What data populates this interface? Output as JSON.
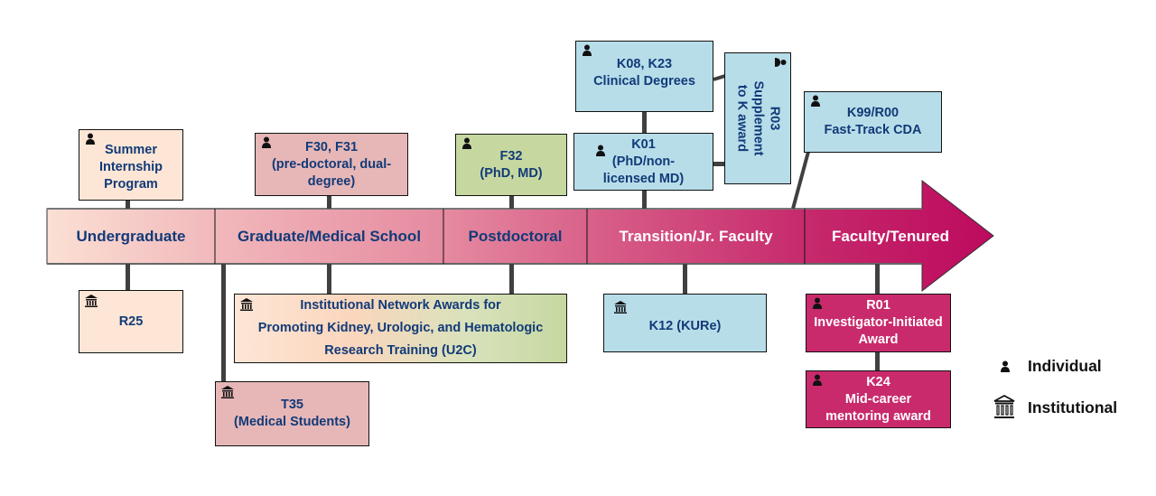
{
  "stages": [
    {
      "label": "Undergraduate",
      "text_color": "#123a78"
    },
    {
      "label": "Graduate/Medical School",
      "text_color": "#123a78"
    },
    {
      "label": "Postdoctoral",
      "text_color": "#123a78"
    },
    {
      "label": "Transition/Jr. Faculty",
      "text_color": "#ffffff"
    },
    {
      "label": "Faculty/Tenured",
      "text_color": "#ffffff"
    }
  ],
  "colors": {
    "arrow_start": "#fbe0d4",
    "arrow_end": "#bd0a5e",
    "peach": "#fde6d6",
    "rose": "#e7b7b7",
    "green": "#c6d8a0",
    "blue": "#b7dde9",
    "magenta": "#c92a6c",
    "text_navy": "#123a78",
    "connector": "#404040"
  },
  "awards": {
    "summer": {
      "lines": [
        "Summer",
        "Internship",
        "Program"
      ],
      "type": "individual"
    },
    "f30": {
      "lines": [
        "F30, F31",
        "(pre-doctoral, dual-",
        "degree)"
      ],
      "type": "individual"
    },
    "f32": {
      "lines": [
        "F32",
        "(PhD, MD)"
      ],
      "type": "individual"
    },
    "k08": {
      "lines": [
        "K08, K23",
        "Clinical Degrees"
      ],
      "type": "individual"
    },
    "k01": {
      "lines": [
        "K01",
        "(PhD/non-",
        "licensed MD)"
      ],
      "type": "individual"
    },
    "r03": {
      "lines": [
        "R03",
        "Supplement",
        "to K award"
      ],
      "type": "individual"
    },
    "k99": {
      "lines": [
        "K99/R00",
        "Fast-Track CDA"
      ],
      "type": "individual"
    },
    "r25": {
      "lines": [
        "R25"
      ],
      "type": "institutional"
    },
    "u2c": {
      "lines": [
        "Institutional Network Awards for",
        "Promoting Kidney, Urologic, and Hematologic",
        "Research Training (U2C)"
      ],
      "type": "institutional"
    },
    "t35": {
      "lines": [
        "T35",
        "(Medical Students)"
      ],
      "type": "institutional"
    },
    "k12": {
      "lines": [
        "K12 (KURe)"
      ],
      "type": "institutional"
    },
    "r01": {
      "lines": [
        "R01",
        "Investigator-Initiated",
        "Award"
      ],
      "type": "individual"
    },
    "k24": {
      "lines": [
        "K24",
        "Mid-career",
        "mentoring award"
      ],
      "type": "individual"
    }
  },
  "legend": {
    "individual": "Individual",
    "institutional": "Institutional"
  }
}
